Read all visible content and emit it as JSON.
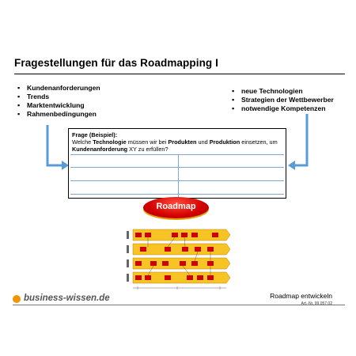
{
  "slide": {
    "title": "Fragestellungen für das Roadmapping I",
    "left_bullets": [
      "Kundenanforderungen",
      "Trends",
      "Marktentwicklung",
      "Rahmenbedingungen"
    ],
    "right_bullets": [
      "neue Technologien",
      "Strategien der Wettbewerber",
      "notwendige Kompetenzen"
    ],
    "question": {
      "label": "Frage (Beispiel):",
      "t1": "Welche ",
      "b1": "Technologie",
      "t2": " müssen wir bei ",
      "b2": "Produkten",
      "t3": " und ",
      "b3": "Produktion",
      "t4": " einsetzen, um ",
      "b4": "Kundenanforderung",
      "t5": " XY zu erfüllen?"
    },
    "roadmap_label": "Roadmap"
  },
  "footer": {
    "brand": "business-wissen.de",
    "title": "Roadmap entwickeln",
    "article": "Art.-Nr. 99.057.02"
  },
  "colors": {
    "accent_blue": "#5b9bd5",
    "roadmap_red": "#d10000",
    "lane_yellow": "#f7c325",
    "brand_orange": "#f29400"
  }
}
